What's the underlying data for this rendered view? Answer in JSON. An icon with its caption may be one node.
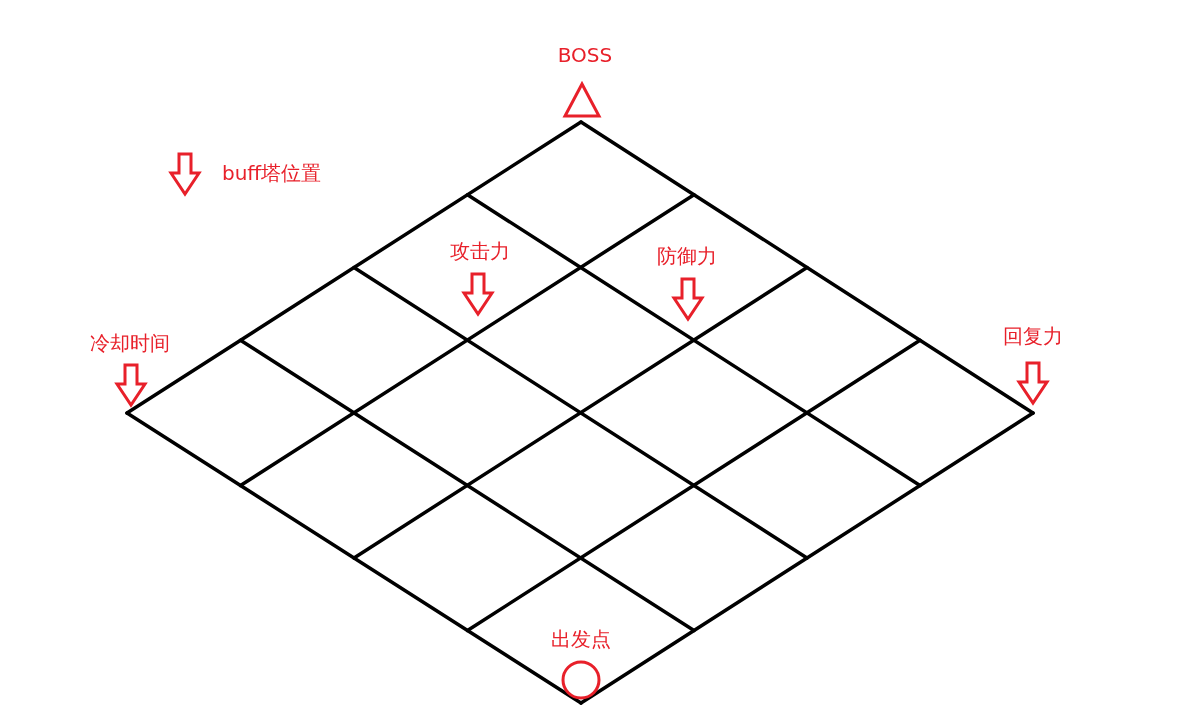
{
  "diagram": {
    "labels": [
      "BOSS",
      "攻击力",
      "防御力",
      "冷却时间",
      "回复力",
      "出发点"
    ],
    "legend": [
      {
        "text": "buff塔位置"
      }
    ]
  }
}
